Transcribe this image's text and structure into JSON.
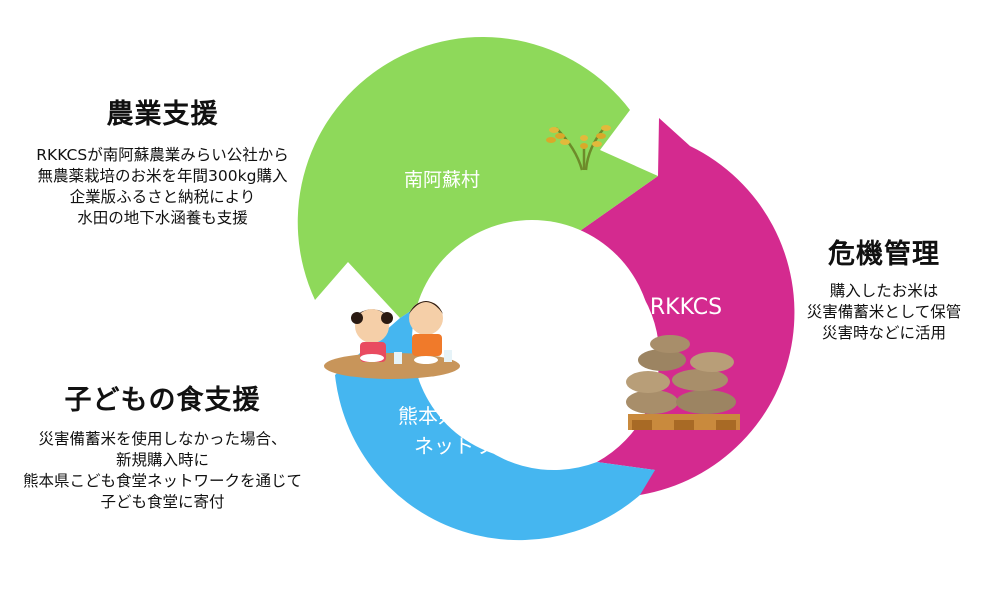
{
  "farm_support": {
    "heading": "農業支援",
    "lines": [
      "RKKCSが南阿蘇農業みらい公社から",
      "無農薬栽培のお米を年間300kg購入",
      "企業版ふるさと納税により",
      "水田の地下水涵養も支援"
    ]
  },
  "risk_management": {
    "heading": "危機管理",
    "lines": [
      "購入したお米は",
      "災害備蓄米として保管",
      "災害時などに活用"
    ]
  },
  "child_food_support": {
    "heading": "子どもの食支援",
    "lines": [
      "災害備蓄米を使用しなかった場合、",
      "新規購入時に",
      "熊本県こども食堂ネットワークを通じて",
      "子ども食堂に寄付"
    ]
  },
  "cycle": {
    "green_label": "南阿蘇村",
    "magenta_label": "RKKCS",
    "blue_label_lines": [
      "熊本県こども食堂",
      "ネットワーク"
    ],
    "colors": {
      "green": "#8ed95a",
      "magenta": "#d42a8f",
      "blue": "#45b6f0"
    },
    "icons": {
      "green": "rice-plant-icon",
      "magenta": "rice-sacks-icon",
      "blue": "children-eating-icon"
    }
  }
}
